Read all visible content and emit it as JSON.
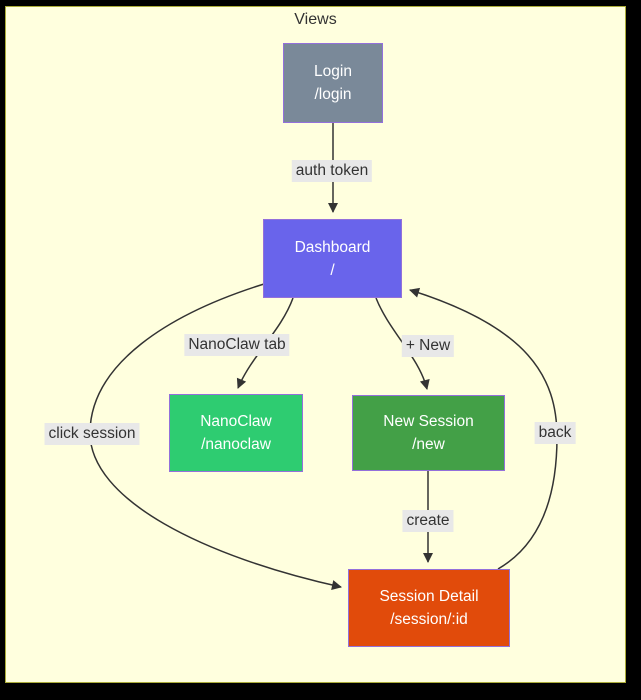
{
  "diagram": {
    "title": "Views"
  },
  "colors": {
    "canvas_background": "#ffffde",
    "canvas_border": "#abac39",
    "outer_background": "#000000",
    "edge_stroke": "#333333",
    "edge_label_background": "#e8e8e8",
    "edge_label_text": "#333333",
    "node_border": "#9370db",
    "node_text": "#ffffff"
  },
  "nodes": {
    "login": {
      "label": "Login",
      "route": "/login",
      "fill": "#7a8999"
    },
    "dashboard": {
      "label": "Dashboard",
      "route": "/",
      "fill": "#6964eb"
    },
    "nanoclaw": {
      "label": "NanoClaw",
      "route": "/nanoclaw",
      "fill": "#2ecc71"
    },
    "new_session": {
      "label": "New Session",
      "route": "/new",
      "fill": "#43a047"
    },
    "session_detail": {
      "label": "Session Detail",
      "route": "/session/:id",
      "fill": "#e14b0b"
    }
  },
  "edge_labels": {
    "auth_token": "auth token",
    "nanoclaw_tab": "NanoClaw tab",
    "plus_new": "+ New",
    "click_session": "click session",
    "back": "back",
    "create": "create"
  }
}
